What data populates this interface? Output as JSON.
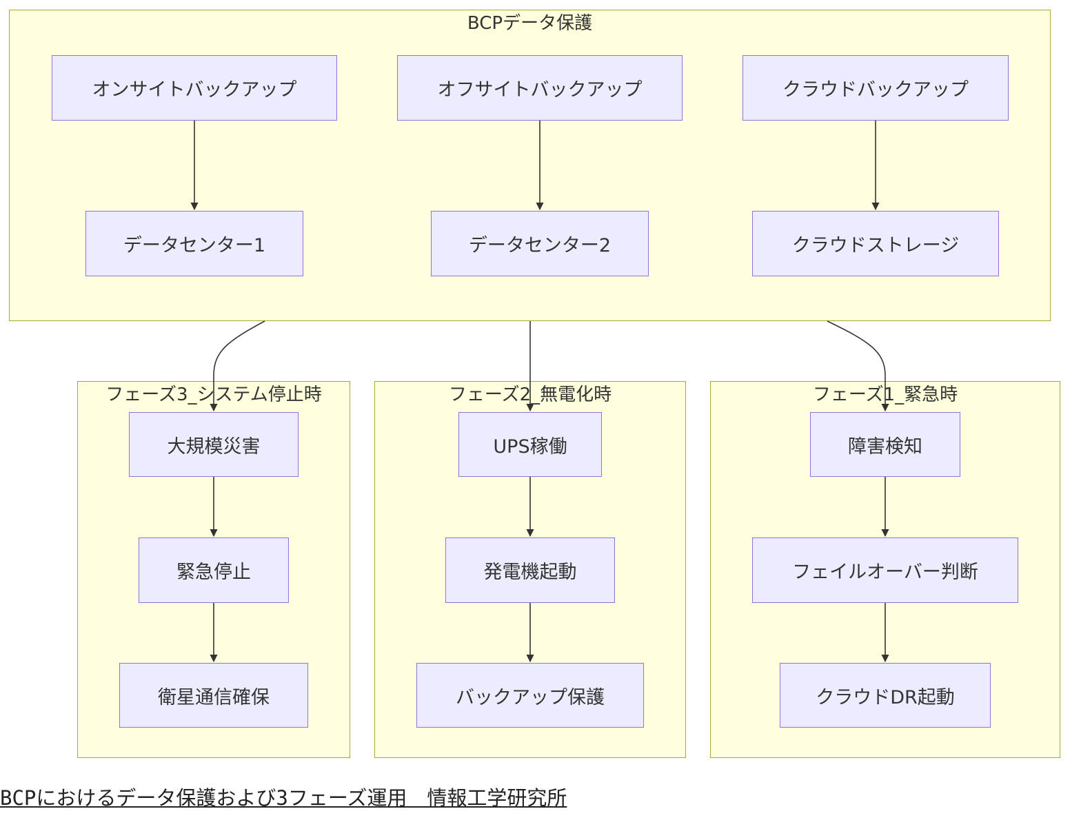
{
  "clusters": {
    "bcp": "BCPデータ保護",
    "phase3": "フェーズ3_システム停止時",
    "phase2": "フェーズ2_無電化時",
    "phase1": "フェーズ1_緊急時"
  },
  "nodes": {
    "onsite_backup": "オンサイトバックアップ",
    "offsite_backup": "オフサイトバックアップ",
    "cloud_backup": "クラウドバックアップ",
    "datacenter1": "データセンター1",
    "datacenter2": "データセンター2",
    "cloud_storage": "クラウドストレージ",
    "disaster": "大規模災害",
    "emergency_stop": "緊急停止",
    "satellite": "衛星通信確保",
    "ups": "UPS稼働",
    "generator": "発電機起動",
    "backup_protect": "バックアップ保護",
    "fault_detect": "障害検知",
    "failover": "フェイルオーバー判断",
    "cloud_dr": "クラウドDR起動"
  },
  "edges": [
    {
      "from": "onsite_backup",
      "to": "datacenter1"
    },
    {
      "from": "offsite_backup",
      "to": "datacenter2"
    },
    {
      "from": "cloud_backup",
      "to": "cloud_storage"
    },
    {
      "from": "bcp",
      "to": "disaster"
    },
    {
      "from": "bcp",
      "to": "ups"
    },
    {
      "from": "bcp",
      "to": "fault_detect"
    },
    {
      "from": "disaster",
      "to": "emergency_stop"
    },
    {
      "from": "emergency_stop",
      "to": "satellite"
    },
    {
      "from": "ups",
      "to": "generator"
    },
    {
      "from": "generator",
      "to": "backup_protect"
    },
    {
      "from": "fault_detect",
      "to": "failover"
    },
    {
      "from": "failover",
      "to": "cloud_dr"
    }
  ],
  "colors": {
    "cluster_fill": "#ffffde",
    "cluster_border": "#aaaa33",
    "node_fill": "#ececff",
    "node_border": "#9370db",
    "edge": "#333333"
  },
  "footer": "BCPにおけるデータ保護および3フェーズ運用　情報工学研究所"
}
